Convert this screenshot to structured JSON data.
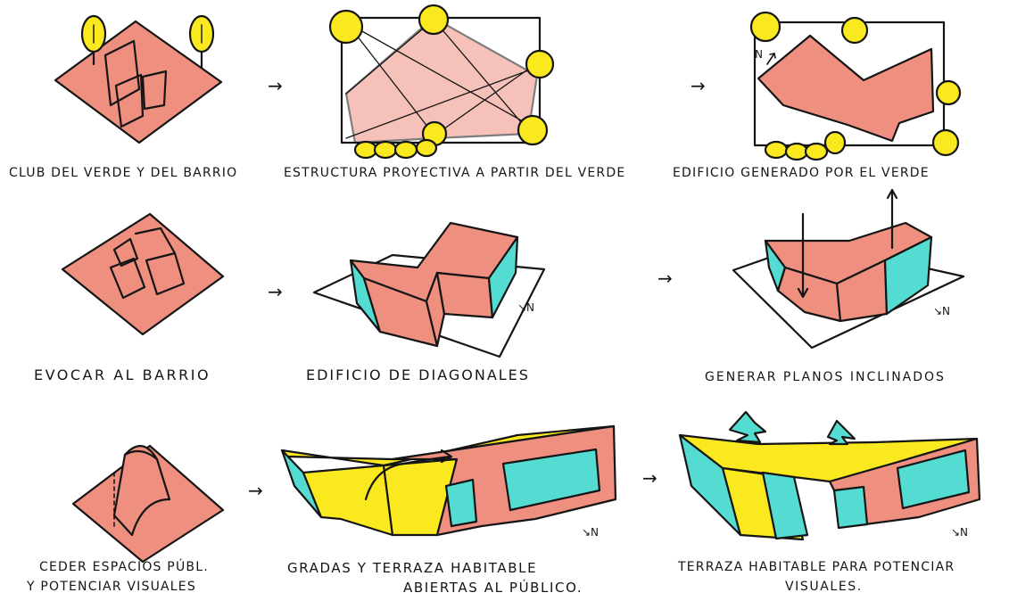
{
  "colors": {
    "salmon": "#ee8f80",
    "yellow": "#fbe91f",
    "cyan": "#54dcd3",
    "ink": "#151515"
  },
  "arrow_glyph": "→",
  "north_label": "↘N",
  "north_arrow_label": "N",
  "captions": {
    "club": "CLUB DEL VERDE Y DEL BARRIO",
    "estructura": "ESTRUCTURA PROYECTIVA A PARTIR DEL VERDE",
    "edificio_generado": "EDIFICIO GENERADO POR EL VERDE",
    "evocar": "EVOCAR AL BARRIO",
    "diagonales": "EDIFICIO DE DIAGONALES",
    "planos": "GENERAR PLANOS INCLINADOS",
    "ceder_1": "CEDER ESPACIOS PÚBL.",
    "ceder_2": "Y POTENCIAR VISUALES",
    "gradas_1": "GRADAS Y TERRAZA HABITABLE",
    "gradas_2": "ABIERTAS AL PÚBLICO.",
    "terraza_1": "TERRAZA HABITABLE PARA POTENCIAR",
    "terraza_2": "VISUALES."
  }
}
